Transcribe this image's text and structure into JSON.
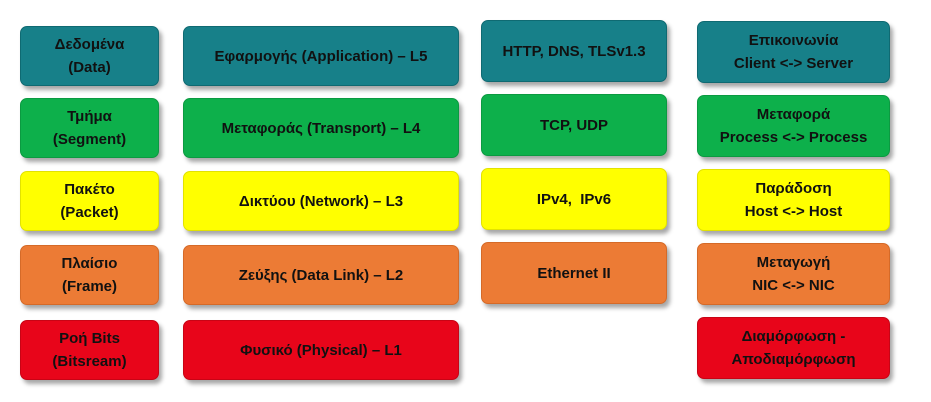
{
  "colors": {
    "teal": "#178089",
    "green": "#0db04b",
    "yellow": "#ffff00",
    "orange": "#ec7b35",
    "red": "#e8051a"
  },
  "units": [
    {
      "line1": "Δεδομένα",
      "line2": "(Data)"
    },
    {
      "line1": "Τμήμα",
      "line2": "(Segment)"
    },
    {
      "line1": "Πακέτο",
      "line2": "(Packet)"
    },
    {
      "line1": "Πλαίσιο",
      "line2": "(Frame)"
    },
    {
      "line1": "Ροή Bits",
      "line2": "(Bitsream)"
    }
  ],
  "layers": [
    "Εφαρμογής (Application) – L5",
    "Μεταφοράς (Transport) – L4",
    "Δικτύου (Network) – L3",
    "Ζεύξης (Data Link) – L2",
    "Φυσικό (Physical) – L1"
  ],
  "protocols": [
    "HTTP, DNS, TLSv1.3",
    "TCP, UDP",
    "IPv4,  IPv6",
    "Ethernet II"
  ],
  "functions": [
    {
      "line1": "Επικοινωνία",
      "line2": "Client <-> Server"
    },
    {
      "line1": "Μεταφορά",
      "line2": "Process <-> Process"
    },
    {
      "line1": "Παράδοση",
      "line2": "Host <-> Host"
    },
    {
      "line1": "Μεταγωγή",
      "line2": "NIC <-> NIC"
    },
    {
      "line1": "Διαμόρφωση -",
      "line2": "Αποδιαμόρφωση"
    }
  ]
}
